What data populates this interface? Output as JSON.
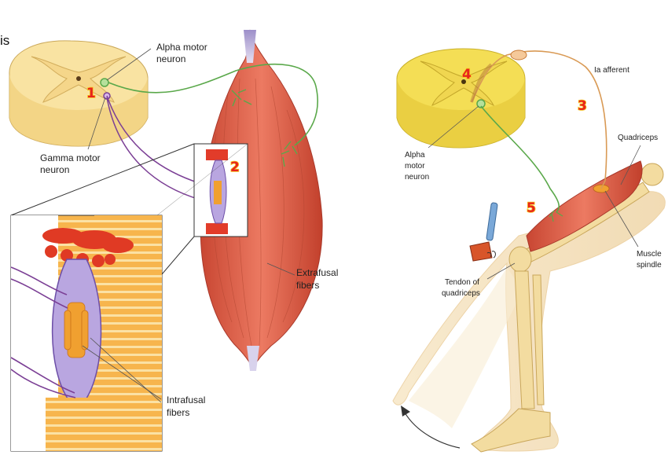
{
  "corner_text": "is",
  "left_figure": {
    "labels": {
      "alpha_motor_neuron": [
        "Alpha motor",
        "neuron"
      ],
      "gamma_motor_neuron": [
        "Gamma motor",
        "neuron"
      ],
      "extrafusal_fibers": [
        "Extrafusal",
        "fibers"
      ],
      "intrafusal_fibers": [
        "Intrafusal",
        "fibers"
      ]
    },
    "markers": [
      "1",
      "2"
    ]
  },
  "right_figure": {
    "labels": {
      "ia_afferent": "Ia afferent",
      "quadriceps": "Quadriceps",
      "alpha_motor_neuron": [
        "Alpha",
        "motor",
        "neuron"
      ],
      "muscle_spindle": [
        "Muscle",
        "spindle"
      ],
      "tendon_of_quadriceps": [
        "Tendon of",
        "quadriceps"
      ]
    },
    "markers": [
      "3",
      "4",
      "5"
    ]
  },
  "colors": {
    "spinal_cord_left": "#fbeab0",
    "spinal_cord_right": "#f6e25a",
    "muscle": "#e0604a",
    "motor_axon_green": "#5aa84a",
    "gamma_axon_purple": "#7b3f95",
    "afferent_orange": "#d99a55",
    "bone": "#f3dca0",
    "marker_red": "#e8241c",
    "marker_yellow": "#f7c71c"
  }
}
